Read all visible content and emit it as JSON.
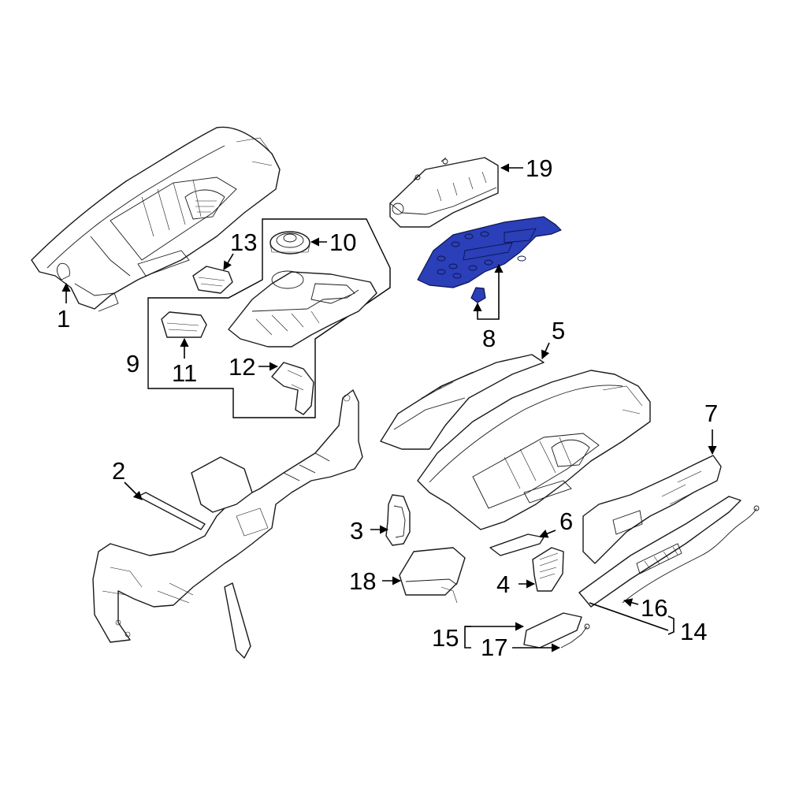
{
  "diagram": {
    "highlight_color": "#2b3fb8",
    "callouts": [
      {
        "id": "c1",
        "label": "1"
      },
      {
        "id": "c2",
        "label": "2"
      },
      {
        "id": "c3",
        "label": "3"
      },
      {
        "id": "c4",
        "label": "4"
      },
      {
        "id": "c5",
        "label": "5"
      },
      {
        "id": "c6",
        "label": "6"
      },
      {
        "id": "c7",
        "label": "7"
      },
      {
        "id": "c8",
        "label": "8"
      },
      {
        "id": "c9",
        "label": "9"
      },
      {
        "id": "c10",
        "label": "10"
      },
      {
        "id": "c11",
        "label": "11"
      },
      {
        "id": "c12",
        "label": "12"
      },
      {
        "id": "c13",
        "label": "13"
      },
      {
        "id": "c14",
        "label": "14"
      },
      {
        "id": "c15",
        "label": "15"
      },
      {
        "id": "c16",
        "label": "16"
      },
      {
        "id": "c17",
        "label": "17"
      },
      {
        "id": "c18",
        "label": "18"
      },
      {
        "id": "c19",
        "label": "19"
      }
    ]
  }
}
